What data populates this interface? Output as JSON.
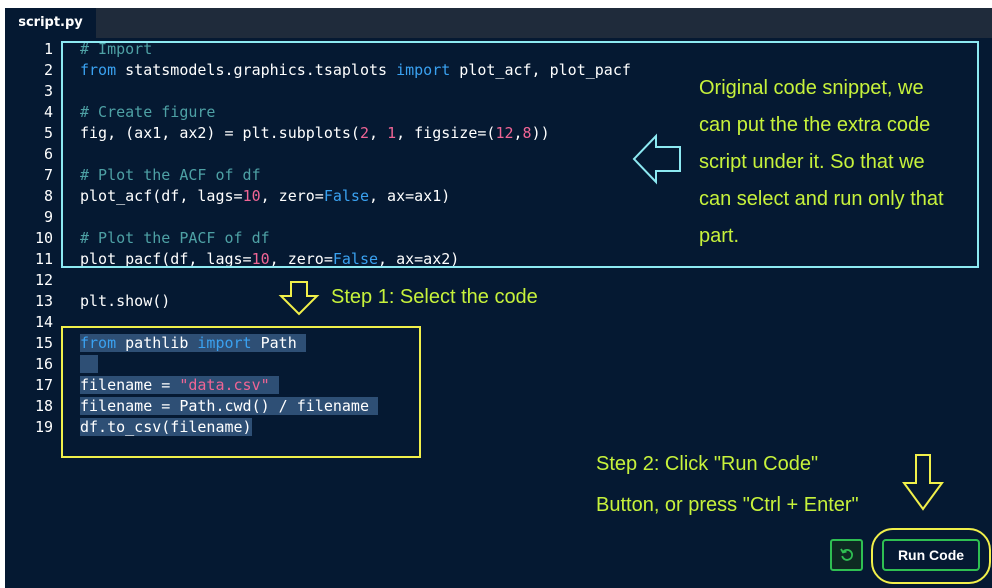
{
  "tab": {
    "label": "script.py"
  },
  "colors": {
    "background": "#051932",
    "comment": "#4ea1a5",
    "keyword": "#3aa1f0",
    "number": "#f06595",
    "annotation": "#c7f23b",
    "box_cyan": "#8de9f2",
    "box_yellow": "#f1f04a",
    "button_border": "#2fbf52"
  },
  "code": {
    "lines": [
      {
        "n": "1",
        "html": "<span class=\"c\"># Import</span>"
      },
      {
        "n": "2",
        "html": "<span class=\"k\">from</span> statsmodels.graphics.tsaplots <span class=\"k\">import</span> plot_acf, plot_pacf"
      },
      {
        "n": "3",
        "html": ""
      },
      {
        "n": "4",
        "html": "<span class=\"c\"># Create figure</span>"
      },
      {
        "n": "5",
        "html": "fig, (ax1, ax2) = plt.subplots(<span class=\"n\">2</span>, <span class=\"n\">1</span>, figsize=(<span class=\"n\">12</span>,<span class=\"n\">8</span>))"
      },
      {
        "n": "6",
        "html": ""
      },
      {
        "n": "7",
        "html": "<span class=\"c\"># Plot the ACF of df</span>"
      },
      {
        "n": "8",
        "html": "plot_acf(df, lags=<span class=\"n\">10</span>, zero=<span class=\"k\">False</span>, ax=ax1)"
      },
      {
        "n": "9",
        "html": ""
      },
      {
        "n": "10",
        "html": "<span class=\"c\"># Plot the PACF of df</span>"
      },
      {
        "n": "11",
        "html": "plot_pacf(df, lags=<span class=\"n\">10</span>, zero=<span class=\"k\">False</span>, ax=ax2)"
      },
      {
        "n": "12",
        "html": ""
      },
      {
        "n": "13",
        "html": "plt.show()"
      },
      {
        "n": "14",
        "html": ""
      },
      {
        "n": "15",
        "html": "<span class=\"sel\"><span class=\"k\">from</span> pathlib <span class=\"k\">import</span> Path </span>"
      },
      {
        "n": "16",
        "html": "<span class=\"sel\">  </span>"
      },
      {
        "n": "17",
        "html": "<span class=\"sel\">filename = <span class=\"s\">\"data.csv\"</span> </span>"
      },
      {
        "n": "18",
        "html": "<span class=\"sel\">filename = Path.cwd() / filename </span>"
      },
      {
        "n": "19",
        "html": "<span class=\"sel\">df.to_csv(filename)</span>"
      }
    ]
  },
  "annotations": {
    "original": [
      "Original code snippet, we",
      "can put the the extra code",
      "script under it. So that we",
      "can select and run only that",
      "part."
    ],
    "step1": "Step 1: Select the code",
    "step2": [
      "Step 2: Click \"Run Code\"",
      "Button, or press \"Ctrl + Enter\""
    ]
  },
  "buttons": {
    "run_label": "Run Code",
    "reset_icon": "reset-icon"
  }
}
